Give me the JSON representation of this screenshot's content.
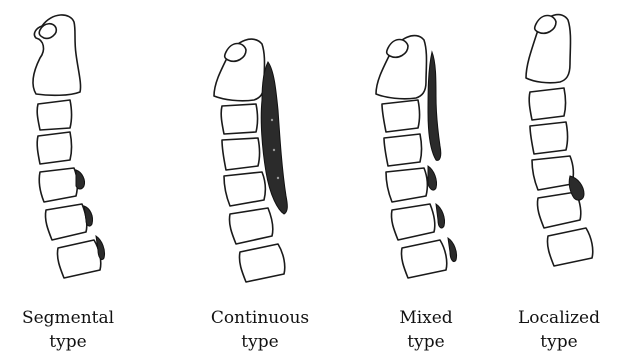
{
  "figure": {
    "panels": [
      {
        "line1": "Segmental",
        "line2": "type"
      },
      {
        "line1": "Continuous",
        "line2": "type"
      },
      {
        "line1": "Mixed",
        "line2": "type"
      },
      {
        "line1": "Localized",
        "line2": "type"
      }
    ]
  },
  "colors": {
    "background": "#ffffff",
    "outline": "#1a1a1a",
    "ossification": "#2b2b2b"
  }
}
